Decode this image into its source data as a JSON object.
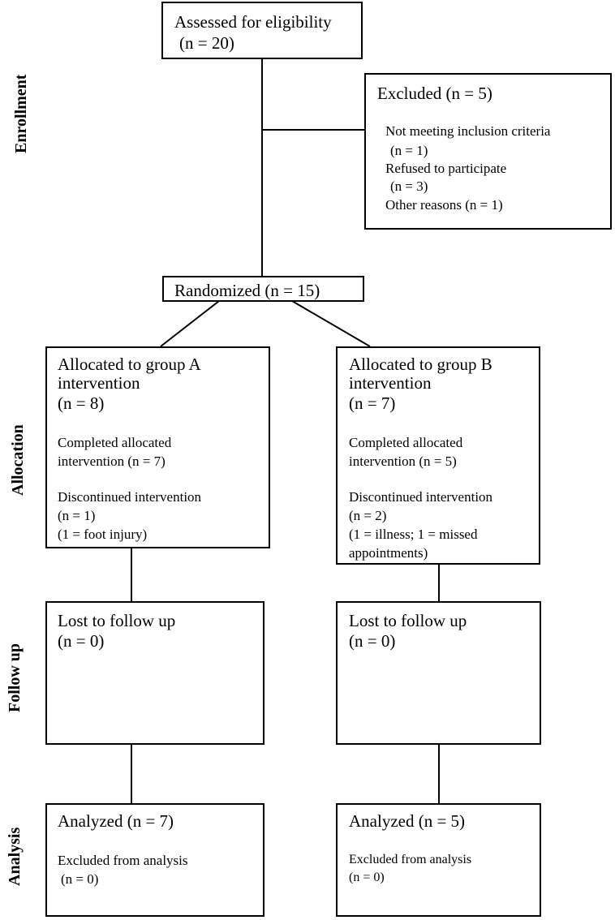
{
  "stages": {
    "enrollment": "Enrollment",
    "allocation": "Allocation",
    "follow_up": "Follow up",
    "analysis": "Analysis"
  },
  "assessed": {
    "line1": "Assessed for eligibility",
    "line2": "(n = 20)"
  },
  "excluded": {
    "title": "Excluded (n = 5)",
    "reasons": [
      "Not meeting inclusion criteria",
      "(n = 1)",
      "Refused to participate",
      "(n = 3)",
      "Other reasons (n = 1)"
    ]
  },
  "randomized": {
    "label": "Randomized (n = 15)"
  },
  "group_a": {
    "allocated": [
      "Allocated to group A",
      "intervention",
      "(n = 8)"
    ],
    "completed": [
      "Completed allocated",
      "intervention (n = 7)"
    ],
    "discontinued": [
      "Discontinued intervention",
      "(n = 1)",
      "(1 = foot injury)"
    ],
    "follow_up": [
      "Lost to follow up",
      "(n = 0)"
    ],
    "analyzed": "Analyzed (n = 7)",
    "excluded_analysis": [
      "Excluded from analysis",
      "(n = 0)"
    ]
  },
  "group_b": {
    "allocated": [
      "Allocated to group B",
      "intervention",
      "(n = 7)"
    ],
    "completed": [
      "Completed allocated",
      "intervention (n = 5)"
    ],
    "discontinued": [
      "Discontinued intervention",
      "(n = 2)",
      "(1 = illness; 1 = missed",
      "appointments)"
    ],
    "follow_up": [
      "Lost to follow up",
      "(n = 0)"
    ],
    "analyzed": "Analyzed (n = 5)",
    "excluded_analysis": [
      "Excluded from analysis",
      "(n = 0)"
    ]
  }
}
